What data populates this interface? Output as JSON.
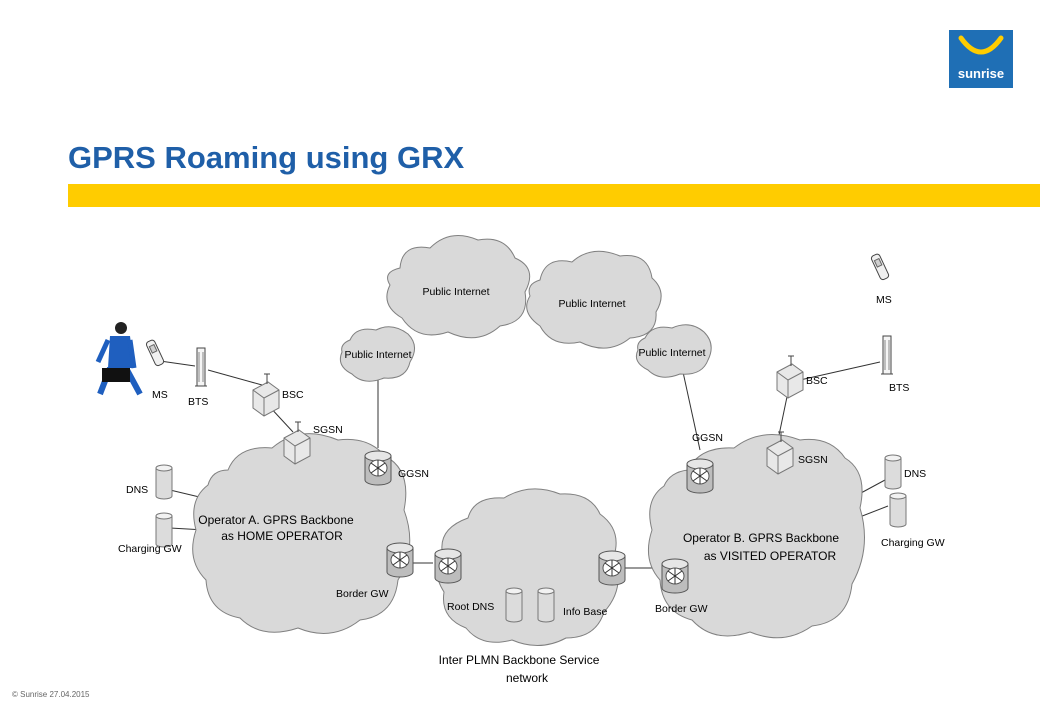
{
  "slide": {
    "title": "GPRS Roaming using GRX",
    "footer": "© Sunrise 27.04.2015",
    "logo_text": "sunrise"
  },
  "colors": {
    "title": "#1f5fa8",
    "accent_bar": "#ffcc00",
    "logo_bg": "#1f6fb5",
    "cloud_fill": "#d9d9d9",
    "cloud_stroke": "#808080"
  },
  "diagram": {
    "clouds": {
      "internet_top_left": "Public Internet",
      "internet_top_right": "Public Internet",
      "internet_left": "Public Internet",
      "internet_right": "Public Internet",
      "operator_a": [
        "Operator A. GPRS Backbone",
        "as HOME OPERATOR"
      ],
      "operator_b": [
        "Operator B. GPRS Backbone",
        "as VISITED OPERATOR"
      ],
      "inter_plmn": [
        "Inter PLMN Backbone Service",
        "network"
      ]
    },
    "nodes": {
      "ms_left": "MS",
      "bts_left": "BTS",
      "bsc_left": "BSC",
      "sgsn_left": "SGSN",
      "ggsn_left": "GGSN",
      "dns_left": "DNS",
      "charging_left": "Charging GW",
      "border_gw_left": "Border GW",
      "root_dns": "Root DNS",
      "info_base": "Info Base",
      "border_gw_right": "Border GW",
      "ggsn_right": "GGSN",
      "sgsn_right": "SGSN",
      "bsc_right": "BSC",
      "bts_right": "BTS",
      "ms_right": "MS",
      "dns_right": "DNS",
      "charging_right": "Charging GW"
    }
  }
}
